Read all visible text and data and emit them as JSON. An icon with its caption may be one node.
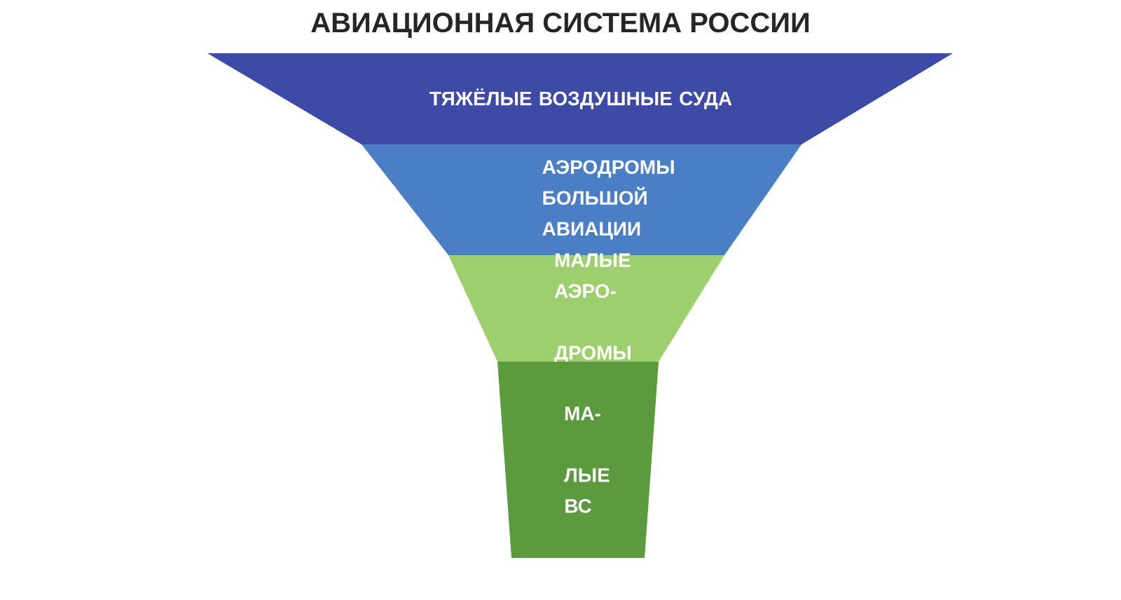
{
  "diagram": {
    "title": "АВИАЦИОННАЯ СИСТЕМА РОССИИ",
    "nodes": [
      {
        "text": [
          "ТЯЖЁЛЫЕ ВОЗДУШНЫЕ СУДА"
        ]
      },
      {
        "text": [
          "АЭРОДРОМЫ БОЛЬШОЙ АВИАЦИИ"
        ]
      },
      {
        "text": [
          "МАЛЫЕ АЭРО- ДРОМЫ"
        ]
      },
      {
        "text": [
          "МА- ЛЫЕ ВС"
        ]
      }
    ]
  }
}
